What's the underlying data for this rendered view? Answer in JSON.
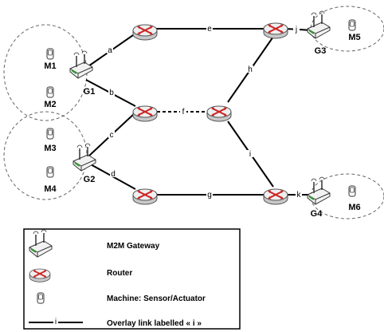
{
  "edges": {
    "a": "a",
    "b": "b",
    "c": "c",
    "d": "d",
    "e": "e",
    "f": "f",
    "g": "g",
    "h": "h",
    "i": "i",
    "j": "j",
    "k": "k"
  },
  "machines": {
    "M1": "M1",
    "M2": "M2",
    "M3": "M3",
    "M4": "M4",
    "M5": "M5",
    "M6": "M6"
  },
  "gateways": {
    "G1": "G1",
    "G2": "G2",
    "G3": "G3",
    "G4": "G4"
  },
  "legend": {
    "gateway": "M2M Gateway",
    "router": "Router",
    "machine": "Machine: Sensor/Actuator",
    "link_sample": "i",
    "link": "Overlay link labelled « i »"
  },
  "icons": {
    "router": "router-icon",
    "gateway": "gateway-icon",
    "machine": "machine-icon"
  },
  "colors": {
    "router_body": "#e8e8e8",
    "router_arrows": "#cc2222",
    "gateway_body": "#f2f2f2",
    "gateway_led": "#2e9a2e",
    "legend_gateway_tint": "#d9b3d9"
  }
}
